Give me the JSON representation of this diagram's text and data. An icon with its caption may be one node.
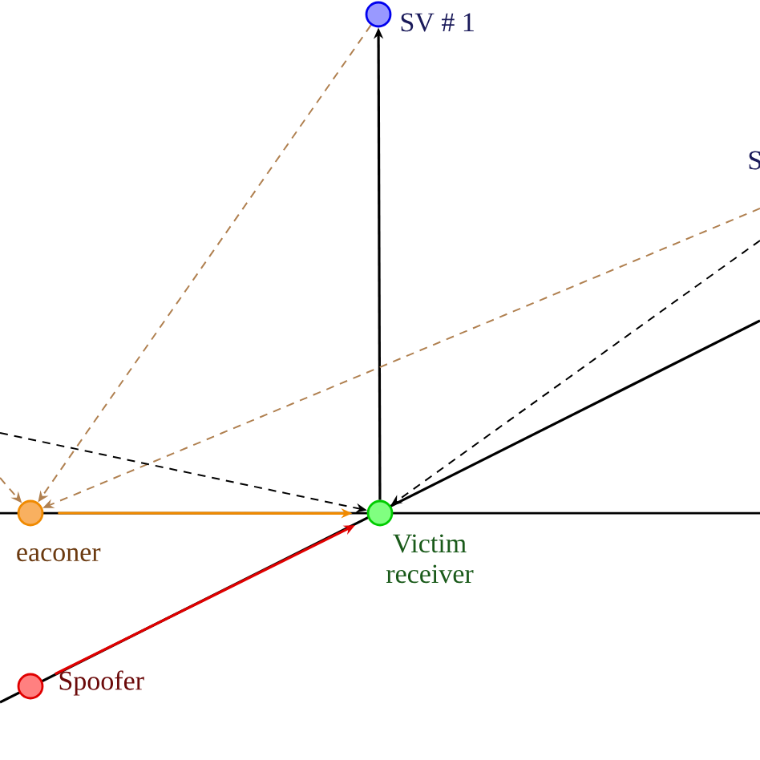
{
  "diagram": {
    "nodes": [
      {
        "text": [
          "SV # 1"
        ]
      },
      {
        "text": [
          "eaconer"
        ]
      },
      {
        "text": [
          "Victim receiver"
        ]
      },
      {
        "text": [
          "Spoofer"
        ]
      }
    ],
    "edges": [
      {
        "from": 2,
        "to": 0,
        "arrow": "to"
      },
      {
        "from": 1,
        "to": 2,
        "arrow": "to",
        "color": "#f08a00"
      },
      {
        "from": 3,
        "to": 2,
        "arrow": "to",
        "color": "#e00000"
      },
      {
        "from": 0,
        "to": 1,
        "arrow": "to",
        "style": "dashed",
        "color": "#b08050"
      },
      {
        "from": null,
        "to": 1,
        "arrow": "to",
        "style": "dashed",
        "color": "#b08050"
      },
      {
        "from": null,
        "to": 1,
        "arrow": "to",
        "style": "dashed",
        "color": "#b08050"
      },
      {
        "from": null,
        "to": 2,
        "arrow": "to",
        "style": "dashed"
      },
      {
        "from": null,
        "to": 2,
        "arrow": "to",
        "style": "dashed"
      }
    ],
    "labels": [
      "S"
    ]
  }
}
